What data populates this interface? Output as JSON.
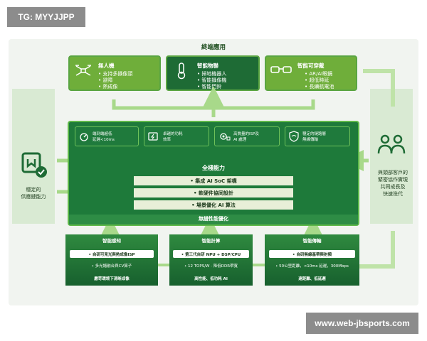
{
  "watermark_top": "TG: MYYJJPP",
  "watermark_bottom": "www.web-jbsports.com",
  "top_title": "終端應用",
  "apps": [
    {
      "title": "無人機",
      "items": [
        "支持多攝像頭",
        "避障",
        "熱成像"
      ],
      "icon": "drone-icon"
    },
    {
      "title": "智能物聯",
      "items": [
        "掃地機器人",
        "智能攝像機",
        "智能門鈴"
      ],
      "icon": "thermometer-icon"
    },
    {
      "title": "智能可穿戴",
      "items": [
        "AR/AI眼鏡",
        "超低時延",
        "長續航電池"
      ],
      "icon": "glasses-icon"
    }
  ],
  "features": [
    {
      "text1": "端到端超低",
      "text2": "延遲<10ms",
      "icon": "speed-icon"
    },
    {
      "text1": "卓越的功耗",
      "text2": "效率",
      "icon": "battery-icon"
    },
    {
      "text1": "高質量的ISP及",
      "text2": "AI 處理",
      "icon": "gear-chip-icon"
    },
    {
      "text1": "穩定的鏈路層",
      "text2": "無線傳輸",
      "icon": "shield-wifi-icon"
    }
  ],
  "core_title": "全棧能力",
  "core_items": [
    "• 集成 AI SoC 架構",
    "• 軟硬件協同設計",
    "• 場景優化 AI 算法"
  ],
  "seamless": "無縫性能優化",
  "left_label": [
    "穩定的",
    "供應鏈能力"
  ],
  "right_label": [
    "與頭部客戶的",
    "緊密協作實現",
    "共同成長及",
    "快速迭代"
  ],
  "bottom_boxes": [
    {
      "title": "智能感知",
      "pill": "• 自研可見光與熱成像ISP",
      "line2": "• 多光譜融合與CV算子",
      "line3": "嚴苛環境下清晰成像"
    },
    {
      "title": "智能計算",
      "pill": "• 第三代自研 NPU + DSP/CPU",
      "line2": "• 12 TOPS/W · 降低DDR帶寬",
      "line3": "高性能、低功耗 AI"
    },
    {
      "title": "智能傳輸",
      "pill": "• 自研無線基帶與射頻",
      "line2": "• 50公里距離，<10ms 延遲，300Mbps",
      "line3": "遠距離、低延遲"
    }
  ]
}
